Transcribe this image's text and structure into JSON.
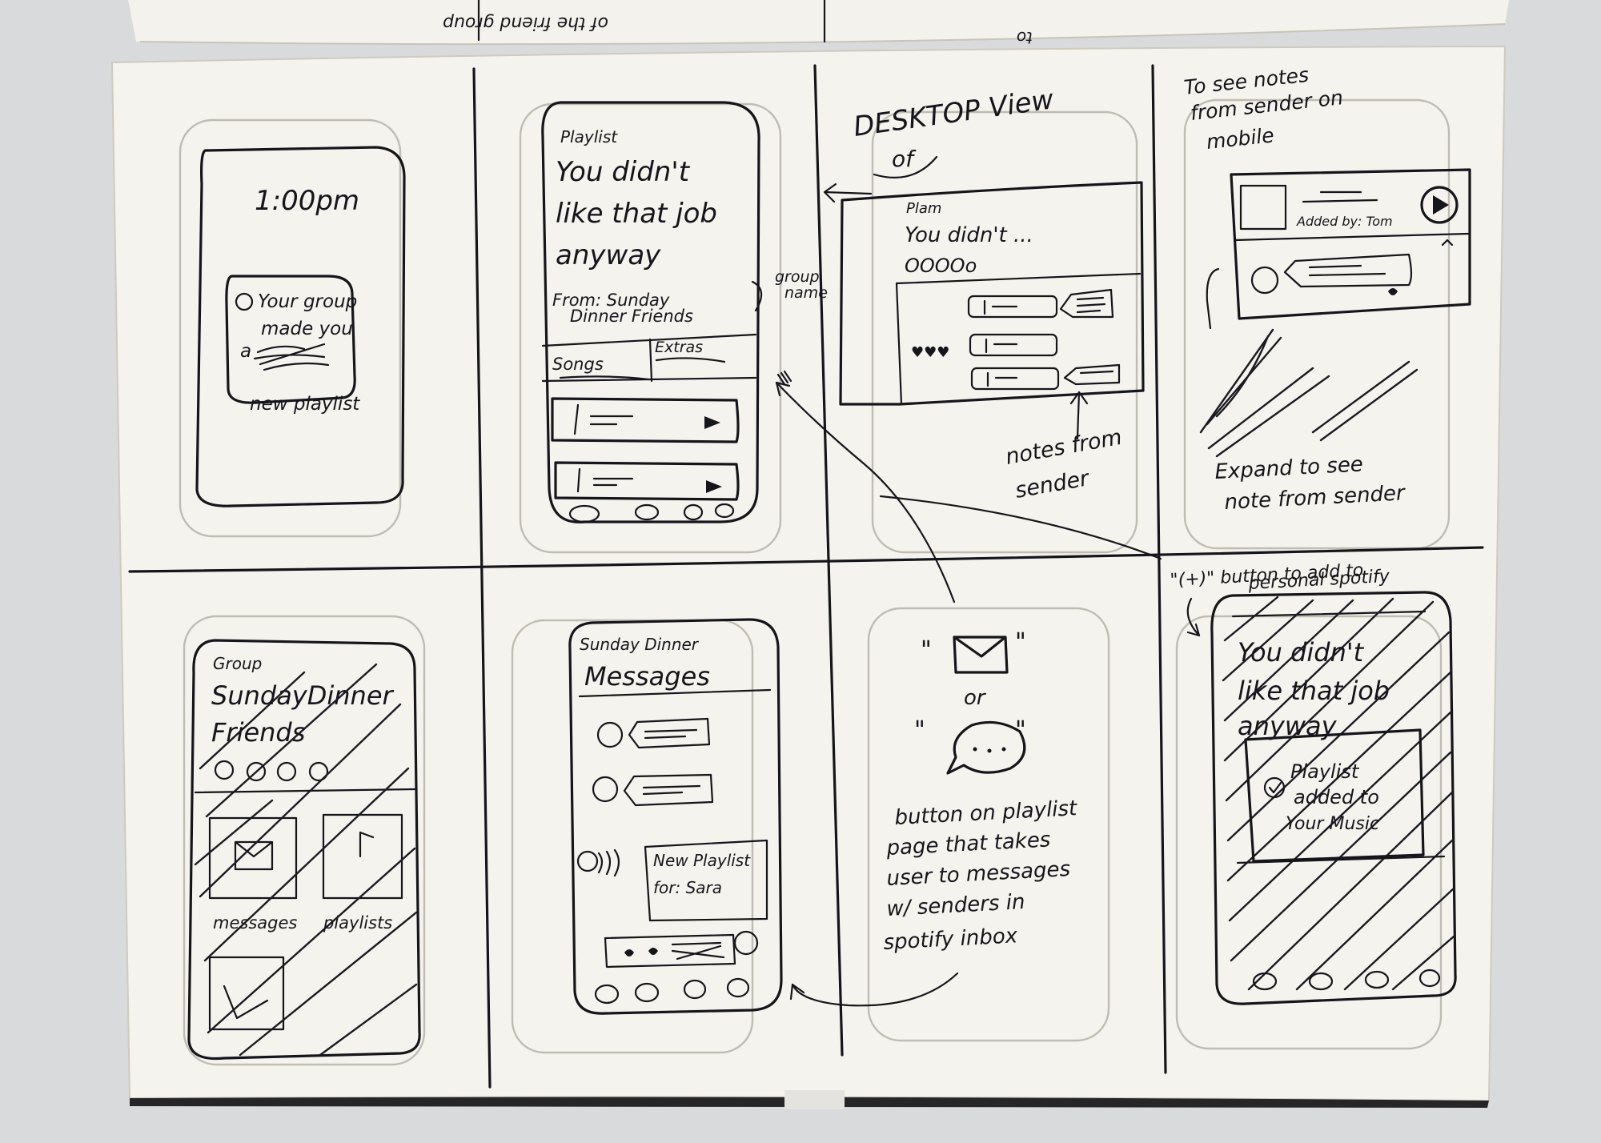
{
  "top_page": {
    "scribbles": [
      "of the friend group",
      "to"
    ]
  },
  "panels": {
    "lock_screen": {
      "time": "1:00pm",
      "notification_line1": "Your group",
      "notification_line2": "made you",
      "notification_line3": "a",
      "notification_line4": "new playlist"
    },
    "playlist_page": {
      "label": "Playlist",
      "title_line1": "You didn't",
      "title_line2": "like that job",
      "title_line3": "anyway",
      "from_line1": "From: Sunday",
      "from_line2": "Dinner Friends",
      "tab_songs": "Songs",
      "tab_extras": "Extras",
      "annotation_line1": "group",
      "annotation_line2": "name"
    },
    "desktop_view": {
      "heading_line1": "DESKTOP View",
      "heading_line2": "of",
      "playlist_label": "Plam",
      "playlist_title": "You didn't ...",
      "dots": "OOOOo",
      "hearts": "♥♥♥",
      "caption_line1": "notes from",
      "caption_line2": "sender"
    },
    "mobile_notes": {
      "heading_line1": "To see notes",
      "heading_line2": "from sender on",
      "heading_line3": "mobile",
      "added_by": "Added by: Tom",
      "caption_line1": "Expand to see",
      "caption_line2": "note from sender"
    },
    "group_page": {
      "label": "Group",
      "title_line1": "SundayDinner",
      "title_line2": "Friends",
      "tile_messages": "messages",
      "tile_playlists": "playlists"
    },
    "messages_page": {
      "label": "Sunday Dinner",
      "title": "Messages",
      "card_line1": "New Playlist",
      "card_line2": "for: Sara"
    },
    "inbox_button": {
      "quote_open": "\"",
      "quote_close": "\"",
      "or": "or",
      "caption_line1": "button on playlist",
      "caption_line2": "page that takes",
      "caption_line3": "user to messages",
      "caption_line4": "w/ senders in",
      "caption_line5": "spotify inbox"
    },
    "added_confirmation": {
      "annotation_line1": "\"(+)\" button to add to",
      "annotation_line2": "personal spotify",
      "title_line1": "You didn't",
      "title_line2": "like that job",
      "title_line3": "anyway",
      "toast_line1": "Playlist",
      "toast_line2": "added to",
      "toast_line3": "Your Music"
    }
  }
}
